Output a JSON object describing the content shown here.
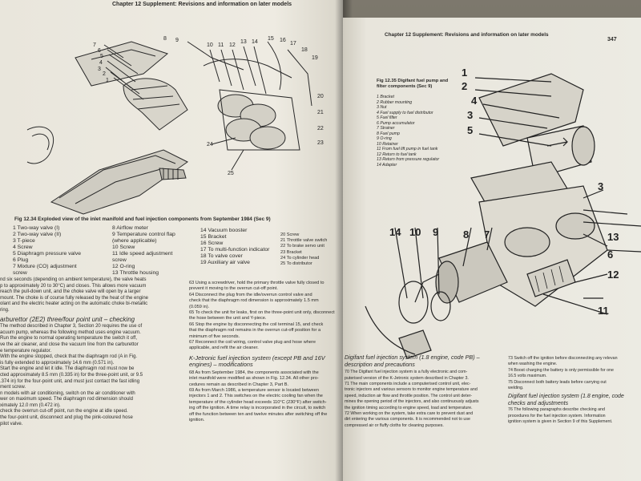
{
  "left_page": {
    "header": "Chapter 12  Supplement: Revisions and information on later models",
    "diagram_numbers": [
      "7",
      "6",
      "5",
      "4",
      "3",
      "2",
      "1",
      "8",
      "9",
      "10",
      "11",
      "12",
      "13",
      "14",
      "15",
      "16",
      "17",
      "18",
      "19",
      "20",
      "21",
      "22",
      "23",
      "24",
      "25"
    ],
    "figure_caption": "Fig 12.34 Exploded view of the inlet manifold and fuel injection components from September 1984 (Sec 9)",
    "legend": [
      [
        "1  Two-way valve (I)",
        "2  Two-way valve (II)",
        "3  T-piece",
        "4  Screw",
        "5  Diaphragm pressure valve",
        "6  Plug",
        "7  Mixture (CO) adjustment",
        "    screw"
      ],
      [
        "8  Airflow meter",
        "9  Temperature control flap",
        "    (where applicable)",
        "10  Screw",
        "11  Idle speed adjustment",
        "    screw",
        "12  O-ring",
        "13  Throttle housing"
      ],
      [
        "14  Vacuum booster",
        "15  Bracket",
        "16  Screw",
        "17  To multi-function indicator",
        "18  To valve cover",
        "19  Auxiliary air valve"
      ],
      [
        "20  Screw",
        "21  Throttle valve switch",
        "22  To brake servo unit",
        "23  Bracket",
        "24  To cylinder head",
        "25  To distributor"
      ]
    ],
    "col1_top": [
      "nd six seconds (depending on ambient temperature), the valve heats",
      "p to approximately 20 to 30°C) and closes. This allows more vacuum",
      "reach the pull-down unit, and the choke valve will open by a larger",
      "mount. The choke is of course fully released by the heat of the engine",
      "olant and the electric heater acting on the automatic choke bi-metallic",
      "ring."
    ],
    "col1_heading": "arburettor (2E2) three/four point unit – checking",
    "col1_body": [
      "The method described in Chapter 3, Section 20 requires the use of",
      "acuum pump, whereas the following method uses engine vacuum.",
      "Run the engine to normal operating temperature the switch it off,",
      "ve the air cleaner, and close the vacuum line from the carburettor",
      "e temperature regulator.",
      "With the engine stopped, check that the diaphragm rod (A in Fig.",
      "is fully extended to approximately 14.6 mm (0.571 in).",
      "Start the engine and let it idle. The diaphragm rod must now be",
      "cted approximately 8.5 mm (0.335 in) for the three-point unit, or 9.5",
      ".374 in) for the four-point unit, and must just contact the fast idling",
      "ment screw.",
      "n models with air conditioning, switch on the air conditioner with",
      "wer on maximum speed. The diaphragm rod dimension should",
      "ximately 12.0 mm (0.472 in).",
      "check the overrun cut-off point, run the engine at idle speed.",
      "the four-point unit, disconnect and plug the pink-coloured hose",
      "pilot valve."
    ],
    "col2_top": [
      "63  Using a screwdriver, hold the primary throttle valve fully closed to",
      "prevent it moving to the overrun cut-off point.",
      "64  Disconnect the plug from the idle/overrun control valve and",
      "check that the diaphragm rod dimension is approximately 1.5 mm",
      "(0.059 in).",
      "65  To check the unit for leaks, first on the three-point unit only, disconnect",
      "the hose between the unit and Y-piece.",
      "66  Stop the engine by disconnecting the coil terminal 15, and check",
      "that the diaphragm rod remains in the overrun cut-off position for a",
      "minimum of five seconds.",
      "67  Reconnect the coil wiring, control valve plug and hose where",
      "applicable, and refit the air cleaner."
    ],
    "col2_heading": "K-Jetronic fuel injection system (except PB and 16V engines) – modifications",
    "col2_body": [
      "68  As from September 1984, the components associated with the",
      "inlet manifold were modified as shown in Fig. 12.34. All other pro-",
      "cedures remain as described in Chapter 3, Part B.",
      "69  As from March 1986, a temperature sensor is located between",
      "injectors 1 and 2. This switches on the electric cooling fan when the",
      "temperature of the cylinder head exceeds 110°C (230°F) after switch-",
      "ing off the ignition. A time relay is incorporated in the circuit, to switch",
      "off the function between ten and twelve minutes after switching off the",
      "ignition."
    ]
  },
  "right_page": {
    "header": "Chapter 12  Supplement: Revisions and information on later models",
    "page_number": "347",
    "fig_caption_lines": [
      "Fig 12.35 Digifant fuel pump and",
      "filter components (Sec 9)"
    ],
    "legend": [
      "1  Bracket",
      "2  Rubber mounting",
      "3  Nut",
      "4  Fuel supply to fuel distributor",
      "5  Fuel filter",
      "6  Pump accumulator",
      "7  Strainer",
      "8  Fuel pump",
      "9  O-ring",
      "10  Retainer",
      "11  From fuel lift pump in fuel tank",
      "12  Return to fuel tank",
      "13  Return from pressure regulator",
      "14  Adapter"
    ],
    "callouts": [
      "1",
      "2",
      "4",
      "3",
      "5",
      "3",
      "13",
      "6",
      "12",
      "11",
      "14",
      "10",
      "9",
      "8",
      "7"
    ],
    "col1_heading_lines": [
      "Digifant fuel injection system (1.8 engine, code PB) –",
      "description and precautions"
    ],
    "col1_body": [
      "70  The Digifant fuel injection system is a fully electronic and com-",
      "puterised version of the K-Jetronic system described in Chapter 3.",
      "71  The main components include a computerised control unit, elec-",
      "tronic injectors and various sensors to monitor engine temperature and",
      "speed, induction air flow and throttle position. The control unit deter-",
      "mines the opening period of the injectors, and also continuously adjusts",
      "the ignition timing according to engine speed, load and temperature.",
      "72  When working on the system, take extra care to prevent dust and",
      "dirt entering the various components. It is recommended not to use",
      "compressed air or fluffy cloths for cleaning purposes."
    ],
    "col2_top": [
      "73  Switch off the ignition before disconnecting any relevan",
      "when washing the engine.",
      "74  Boost charging the battery is only permissible for one",
      "16.5 volts maximum.",
      "75  Disconnect both battery leads before carrying out",
      "welding."
    ],
    "col2_heading_lines": [
      "Digifant fuel injection system (1.8 engine, code",
      "checks and adjustments"
    ],
    "col2_body": [
      "76  The following paragraphs describe checking and",
      "procedures for the fuel injection system. Information",
      "ignition system is given in Section 9 of this Supplement."
    ]
  }
}
